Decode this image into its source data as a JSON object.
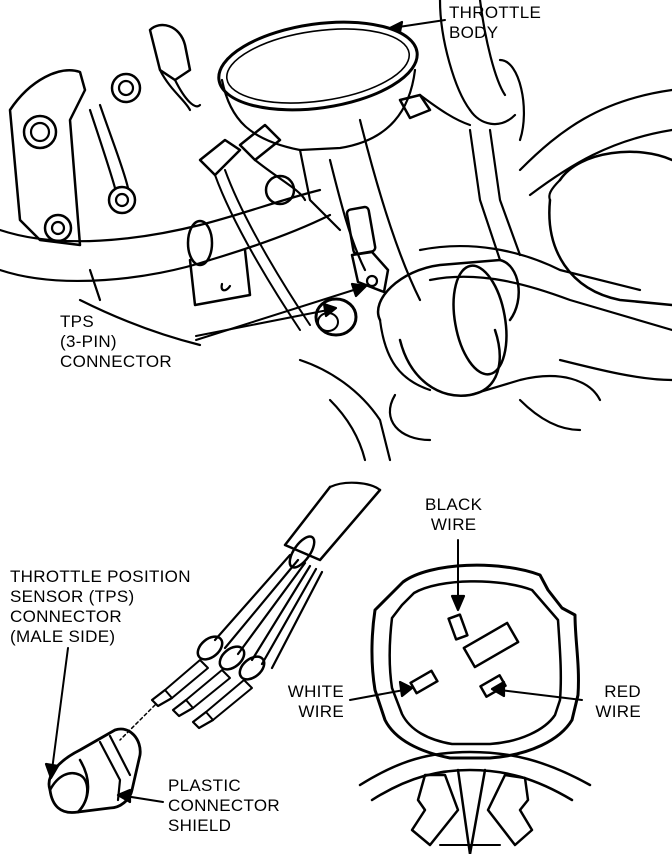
{
  "labels": {
    "throttle_body": [
      "THROTTLE",
      "BODY"
    ],
    "tps_connector_top": [
      "TPS",
      "(3-PIN)",
      "CONNECTOR"
    ],
    "tps_connector_male": [
      "THROTTLE POSITION",
      "SENSOR (TPS)",
      "CONNECTOR",
      "(MALE SIDE)"
    ],
    "plastic_shield": [
      "PLASTIC",
      "CONNECTOR",
      "SHIELD"
    ],
    "black_wire": [
      "BLACK",
      "WIRE"
    ],
    "white_wire": [
      "WHITE",
      "WIRE"
    ],
    "red_wire": [
      "RED",
      "WIRE"
    ]
  },
  "colors": {
    "ink": "#000000",
    "paper": "#ffffff"
  }
}
